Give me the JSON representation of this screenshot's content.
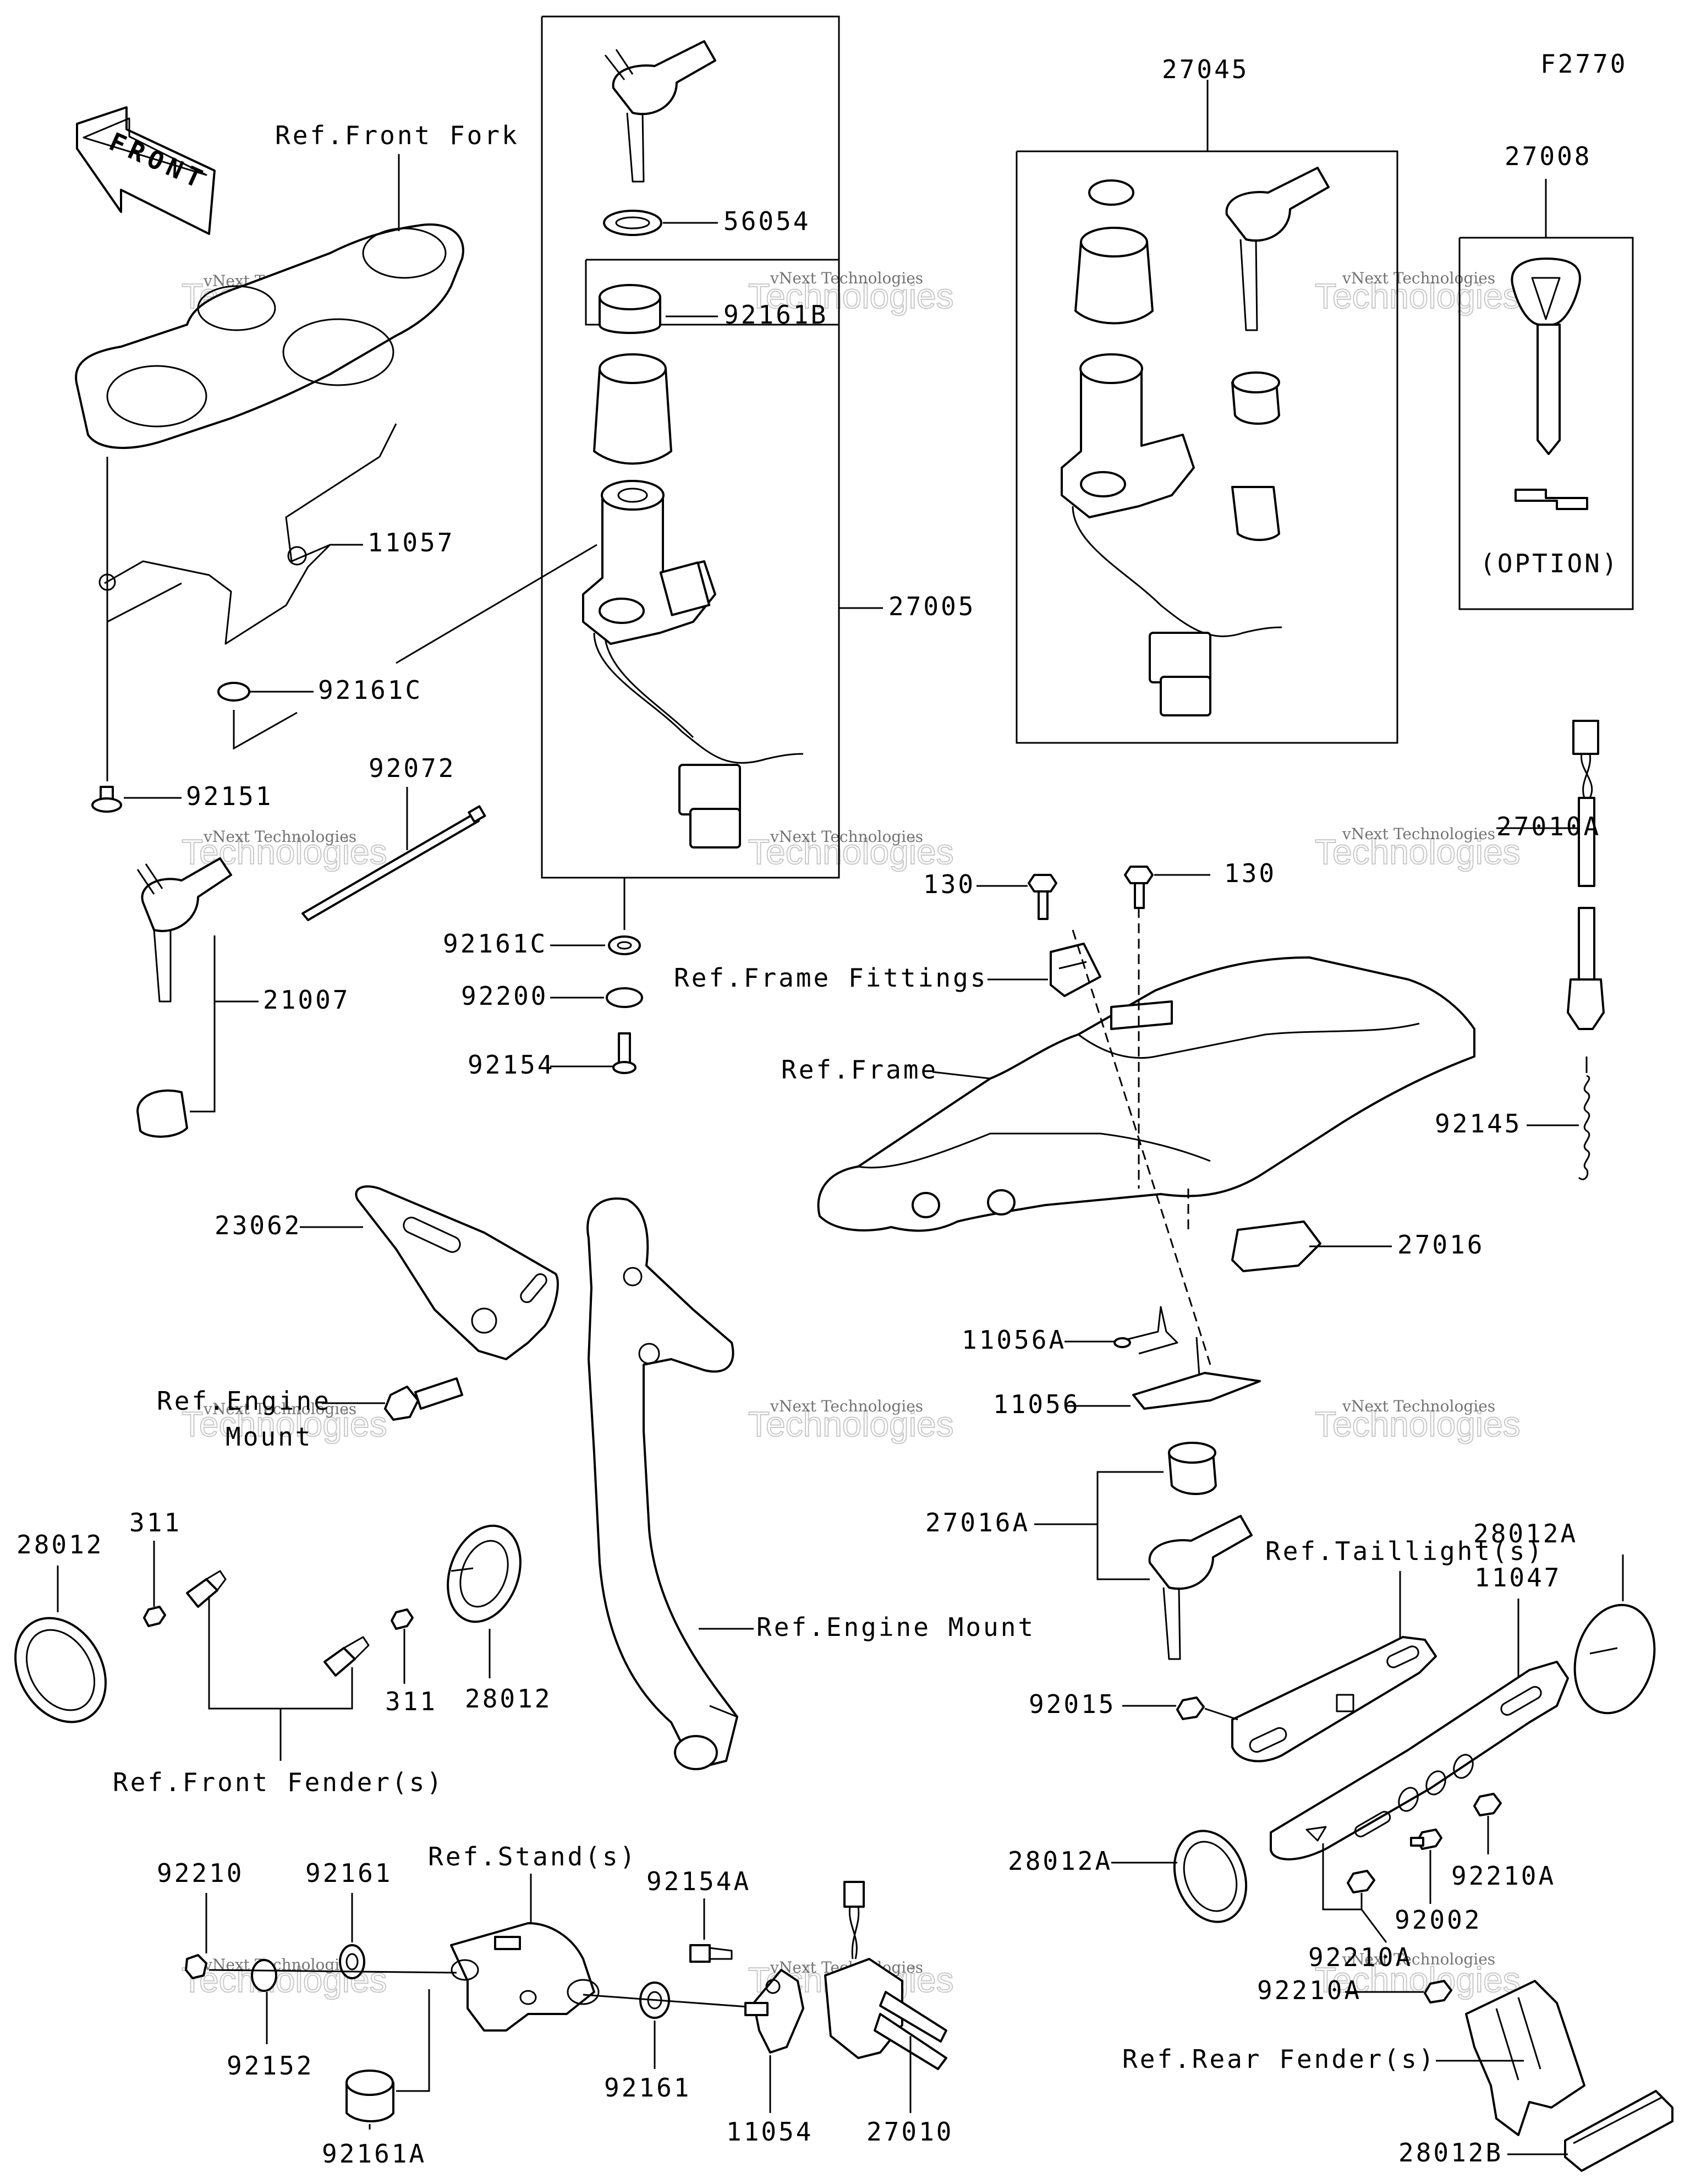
{
  "figure_code": "F2770",
  "front_arrow_text": "FRONT",
  "labels": {
    "p27045": "27045",
    "p27008": "27008",
    "ref_front_fork": "Ref.Front Fork",
    "p56054": "56054",
    "p92161B": "92161B",
    "p11057": "11057",
    "p27005": "27005",
    "p92161C_a": "92161C",
    "p92151": "92151",
    "p92072": "92072",
    "option": "(OPTION)",
    "p27010A": "27010A",
    "p130_a": "130",
    "p130_b": "130",
    "ref_frame_fittings": "Ref.Frame Fittings",
    "p92161C_b": "92161C",
    "p92200": "92200",
    "p21007": "21007",
    "p92154": "92154",
    "ref_frame": "Ref.Frame",
    "p92145": "92145",
    "p23062": "23062",
    "p27016": "27016",
    "p11056A": "11056A",
    "p11056": "11056",
    "ref_engine_mount_a": "Ref.Engine",
    "ref_engine_mount_b": "Mount",
    "p27016A": "27016A",
    "p28012_a": "28012",
    "p311_a": "311",
    "ref_taillight": "Ref.Taillight(s)",
    "p28012A_a": "28012A",
    "ref_engine_mount_2": "Ref.Engine Mount",
    "p11047": "11047",
    "p311_b": "311",
    "p28012_b": "28012",
    "p92015": "92015",
    "ref_front_fender": "Ref.Front Fender(s)",
    "p28012A_b": "28012A",
    "p92210A_a": "92210A",
    "p92210": "92210",
    "ref_stand": "Ref.Stand(s)",
    "p92161_a": "92161",
    "p92154A": "92154A",
    "p92002": "92002",
    "p92210A_b": "92210A",
    "p92210A_c": "92210A",
    "p92152": "92152",
    "ref_rear_fender": "Ref.Rear Fender(s)",
    "p92161_b": "92161",
    "p11054": "11054",
    "p27010": "27010",
    "p92161A": "92161A",
    "p28012B": "28012B"
  },
  "watermark": {
    "line1": "vNext Technologies",
    "line2": "vNext",
    "line3": "Technologies"
  }
}
